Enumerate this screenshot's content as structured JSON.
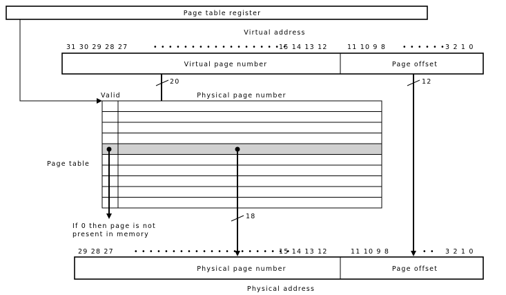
{
  "register_label": "Page table register",
  "virtual_address": {
    "caption": "Virtual address",
    "bits_left": "31  30  29  28  27",
    "bits_middle": "15  14  13  12",
    "bits_right_a": "11  10  9  8",
    "bits_right_b": "3  2  1  0",
    "vpn_label": "Virtual page number",
    "offset_label": "Page offset",
    "vpn_width": "20",
    "offset_width": "12"
  },
  "page_table": {
    "label": "Page table",
    "valid_header": "Valid",
    "ppn_header": "Physical page number",
    "row_count": 10,
    "selected_row": 4,
    "invalid_note_line1": "If 0 then page is not",
    "invalid_note_line2": "present in memory",
    "ppn_width": "18"
  },
  "physical_address": {
    "caption": "Physical address",
    "bits_left": "29  28  27",
    "bits_middle": "15  14  13  12",
    "bits_right_a": "11  10  9  8",
    "bits_right_b": "3  2  1  0",
    "ppn_label": "Physical page number",
    "offset_label": "Page offset"
  },
  "colors": {
    "line": "#000000",
    "selected_row": "#d0d0d0"
  }
}
